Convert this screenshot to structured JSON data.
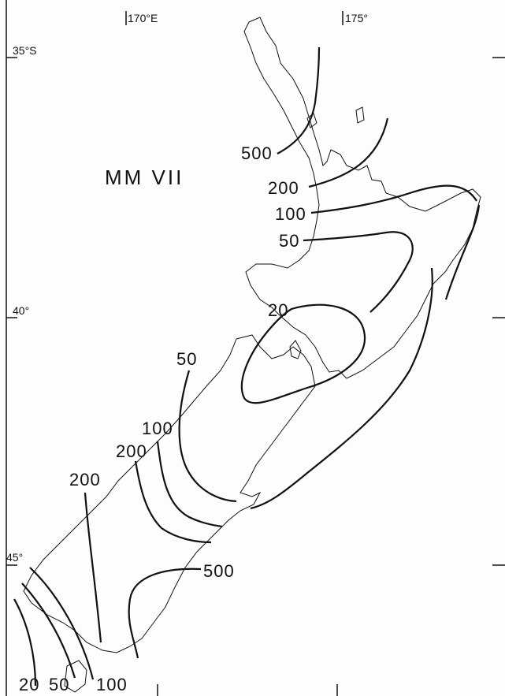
{
  "map": {
    "intensity_label": "MM VII",
    "longitude_ticks": [
      "170°E",
      "175°"
    ],
    "latitude_ticks": [
      "35°S",
      "40°",
      "45°"
    ],
    "contour_labels": {
      "north_500": "500",
      "north_200": "200",
      "north_100": "100",
      "north_50": "50",
      "central_20": "20",
      "west_50": "50",
      "west_100": "100",
      "west_200_inner": "200",
      "west_200_outer": "200",
      "south_500": "500",
      "bottom_20": "20",
      "bottom_50": "50",
      "bottom_100": "100"
    },
    "colors": {
      "ink": "#111111",
      "paper": "#fdfdfb"
    }
  }
}
